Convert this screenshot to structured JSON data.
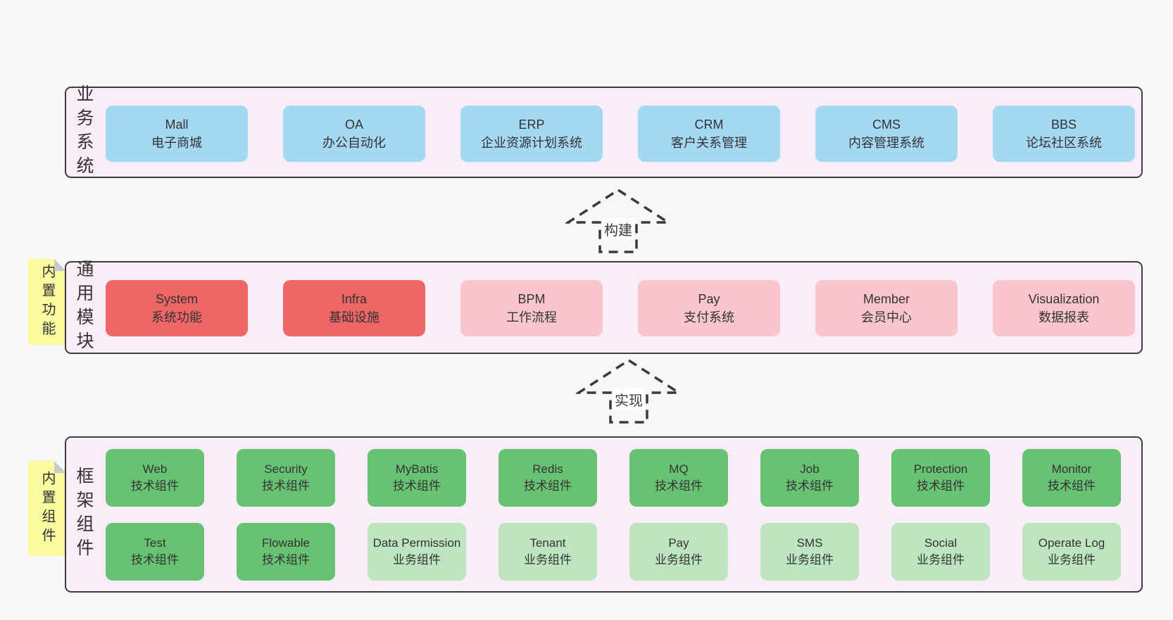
{
  "colors": {
    "page_bg": "#f7f7f7",
    "container_fill": "#f9eef7",
    "container_border": "#3d3d3d",
    "business_box_blue": "#a5d8f3",
    "core_module_red": "#ee6666",
    "optional_module_pink": "#f9c6ce",
    "tech_component_green": "#68c273",
    "biz_component_light_green": "#bce5c0",
    "sticky_yellow": "#fafa9e",
    "sticky_fold_gray": "#c9c9c9",
    "text": "#333333"
  },
  "stickies": [
    {
      "label": "内置功能"
    },
    {
      "label": "内置组件"
    }
  ],
  "arrows": [
    {
      "label": "构建"
    },
    {
      "label": "实现"
    }
  ],
  "sections": [
    {
      "label": "业务系统",
      "rows": [
        {
          "boxes": [
            {
              "en": "Mall",
              "zh": "电子商城"
            },
            {
              "en": "OA",
              "zh": "办公自动化"
            },
            {
              "en": "ERP",
              "zh": "企业资源计划系统"
            },
            {
              "en": "CRM",
              "zh": "客户关系管理"
            },
            {
              "en": "CMS",
              "zh": "内容管理系统"
            },
            {
              "en": "BBS",
              "zh": "论坛社区系统"
            }
          ]
        }
      ]
    },
    {
      "label": "通用模块",
      "rows": [
        {
          "boxes": [
            {
              "en": "System",
              "zh": "系统功能"
            },
            {
              "en": "Infra",
              "zh": "基础设施"
            },
            {
              "en": "BPM",
              "zh": "工作流程"
            },
            {
              "en": "Pay",
              "zh": "支付系统"
            },
            {
              "en": "Member",
              "zh": "会员中心"
            },
            {
              "en": "Visualization",
              "zh": "数据报表"
            }
          ]
        }
      ]
    },
    {
      "label": "框架组件",
      "rows": [
        {
          "boxes": [
            {
              "en": "Web",
              "zh": "技术组件"
            },
            {
              "en": "Security",
              "zh": "技术组件"
            },
            {
              "en": "MyBatis",
              "zh": "技术组件"
            },
            {
              "en": "Redis",
              "zh": "技术组件"
            },
            {
              "en": "MQ",
              "zh": "技术组件"
            },
            {
              "en": "Job",
              "zh": "技术组件"
            },
            {
              "en": "Protection",
              "zh": "技术组件"
            },
            {
              "en": "Monitor",
              "zh": "技术组件"
            }
          ]
        },
        {
          "boxes": [
            {
              "en": "Test",
              "zh": "技术组件"
            },
            {
              "en": "Flowable",
              "zh": "技术组件"
            },
            {
              "en": "Data Permission",
              "zh": "业务组件"
            },
            {
              "en": "Tenant",
              "zh": "业务组件"
            },
            {
              "en": "Pay",
              "zh": "业务组件"
            },
            {
              "en": "SMS",
              "zh": "业务组件"
            },
            {
              "en": "Social",
              "zh": "业务组件"
            },
            {
              "en": "Operate Log",
              "zh": "业务组件"
            }
          ]
        }
      ]
    }
  ]
}
